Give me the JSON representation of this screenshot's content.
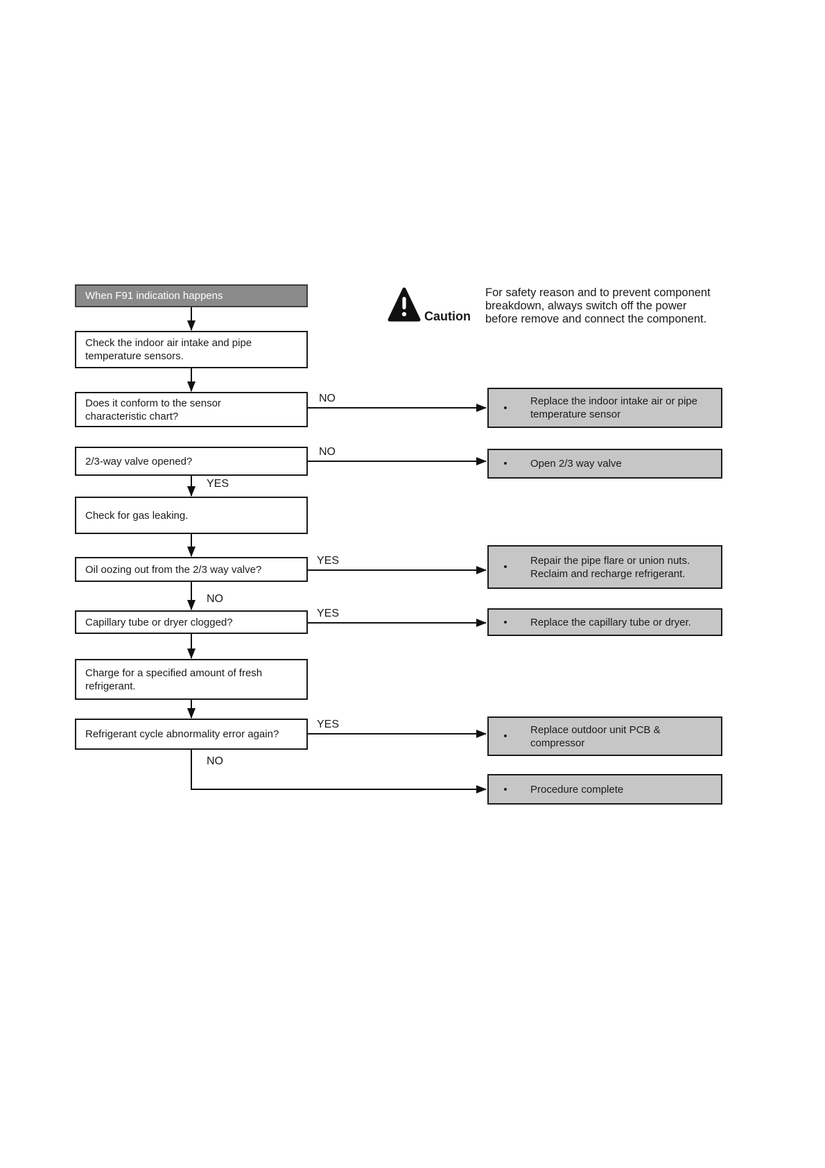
{
  "colors": {
    "header_bg": "#8a8a8a",
    "header_text": "#ffffff",
    "result_bg": "#c6c6c6",
    "box_border": "#1a1a1a",
    "line": "#111111",
    "text": "#1a1a1a"
  },
  "header": {
    "title": "When F91 indication happens"
  },
  "caution": {
    "label": "Caution",
    "text": "For safety reason and to prevent component\nbreakdown, always switch off the power\nbefore remove and connect the component."
  },
  "steps": [
    {
      "id": "check-sensors",
      "text": "Check the indoor air intake and pipe\ntemperature sensors."
    },
    {
      "id": "conform-chart",
      "text": "Does it conform to the sensor\ncharacteristic chart?"
    },
    {
      "id": "valve-opened",
      "text": "2/3-way valve opened?"
    },
    {
      "id": "gas-leaking",
      "text": "Check for gas leaking."
    },
    {
      "id": "oil-oozing",
      "text": "Oil oozing out from the 2/3 way valve?"
    },
    {
      "id": "capillary-clogged",
      "text": "Capillary tube or dryer clogged?"
    },
    {
      "id": "charge-refrigerant",
      "text": "Charge for a specified amount of fresh\nrefrigerant."
    },
    {
      "id": "cycle-error-again",
      "text": "Refrigerant cycle abnormality error again?"
    }
  ],
  "results": [
    {
      "id": "replace-sensor",
      "bullet": "•",
      "text": "Replace the indoor intake air or pipe\ntemperature sensor"
    },
    {
      "id": "open-valve",
      "bullet": "•",
      "text": "Open 2/3 way valve"
    },
    {
      "id": "repair-flare",
      "bullet": "•",
      "text": "Repair the pipe flare or union nuts.\nReclaim and recharge refrigerant."
    },
    {
      "id": "replace-capillary",
      "bullet": "•",
      "text": "Replace the capillary tube or dryer."
    },
    {
      "id": "replace-pcb",
      "bullet": "•",
      "text": "Replace outdoor unit PCB &\ncompressor"
    },
    {
      "id": "procedure-complete",
      "bullet": "•",
      "text": "Procedure complete"
    }
  ],
  "branches": [
    {
      "id": "no-conform",
      "label": "NO"
    },
    {
      "id": "no-valve-opened",
      "label": "NO"
    },
    {
      "id": "yes-valve-opened",
      "label": "YES"
    },
    {
      "id": "yes-oil-oozing",
      "label": "YES"
    },
    {
      "id": "no-oil-oozing",
      "label": "NO"
    },
    {
      "id": "yes-capillary",
      "label": "YES"
    },
    {
      "id": "yes-cycle-error",
      "label": "YES"
    },
    {
      "id": "no-cycle-error",
      "label": "NO"
    }
  ]
}
